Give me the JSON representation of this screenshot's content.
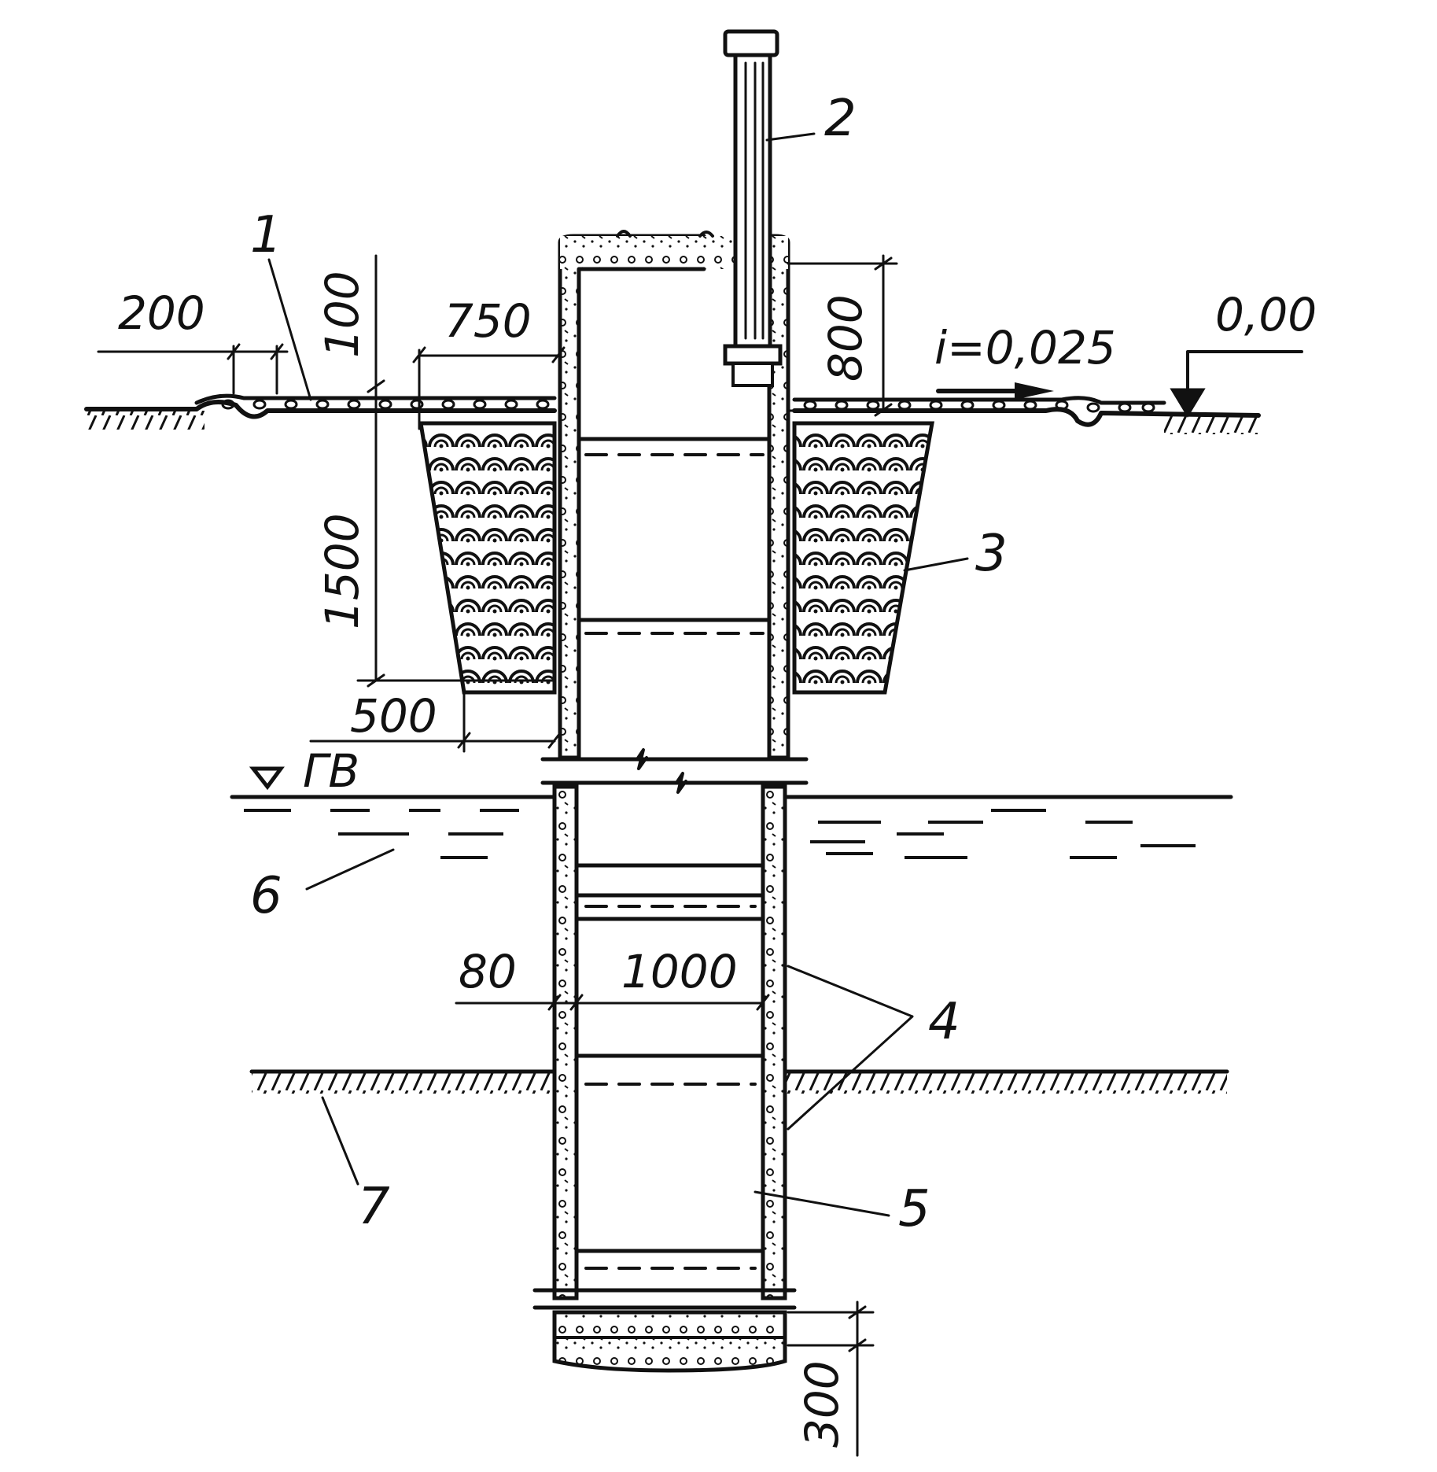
{
  "callouts": {
    "c1": "1",
    "c2": "2",
    "c3": "3",
    "c4": "4",
    "c5": "5",
    "c6": "6",
    "c7": "7"
  },
  "dimensions": {
    "d200": "200",
    "d100": "100",
    "d750": "750",
    "d800": "800",
    "d1500": "1500",
    "d500": "500",
    "d80": "80",
    "d1000": "1000",
    "d300": "300"
  },
  "annotations": {
    "slope": "i=0,025",
    "elevation": "0,00",
    "groundwater": "ГВ"
  },
  "colors": {
    "ink": "#111111",
    "paper": "#ffffff"
  }
}
